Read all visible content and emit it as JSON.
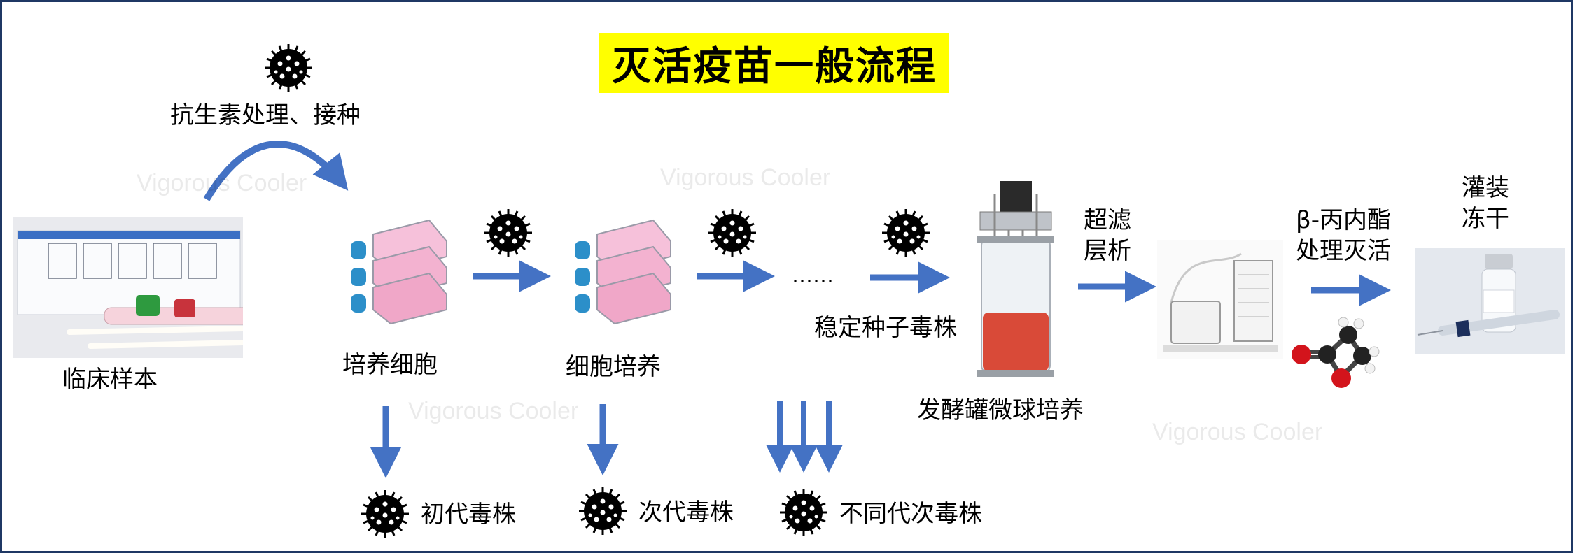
{
  "title": "灭活疫苗一般流程",
  "labels": {
    "antibiotic": "抗生素处理、接种",
    "clinical_sample": "临床样本",
    "culture_cells": "培养细胞",
    "cell_culture": "细胞培养",
    "ellipsis": "……",
    "stable_seed": "稳定种子毒株",
    "fermenter": "发酵罐微球培养",
    "ultrafiltration_line1": "超滤",
    "ultrafiltration_line2": "层析",
    "bpl_line1": "β-丙内酯",
    "bpl_line2": "处理灭活",
    "fill_line1": "灌装",
    "fill_line2": "冻干",
    "primary_strain": "初代毒株",
    "secondary_strain": "次代毒株",
    "multi_strain": "不同代次毒株"
  },
  "watermark": "Vigorous Cooler",
  "colors": {
    "arrow": "#4472c4",
    "highlight": "#ffff00",
    "border": "#1f3864"
  }
}
